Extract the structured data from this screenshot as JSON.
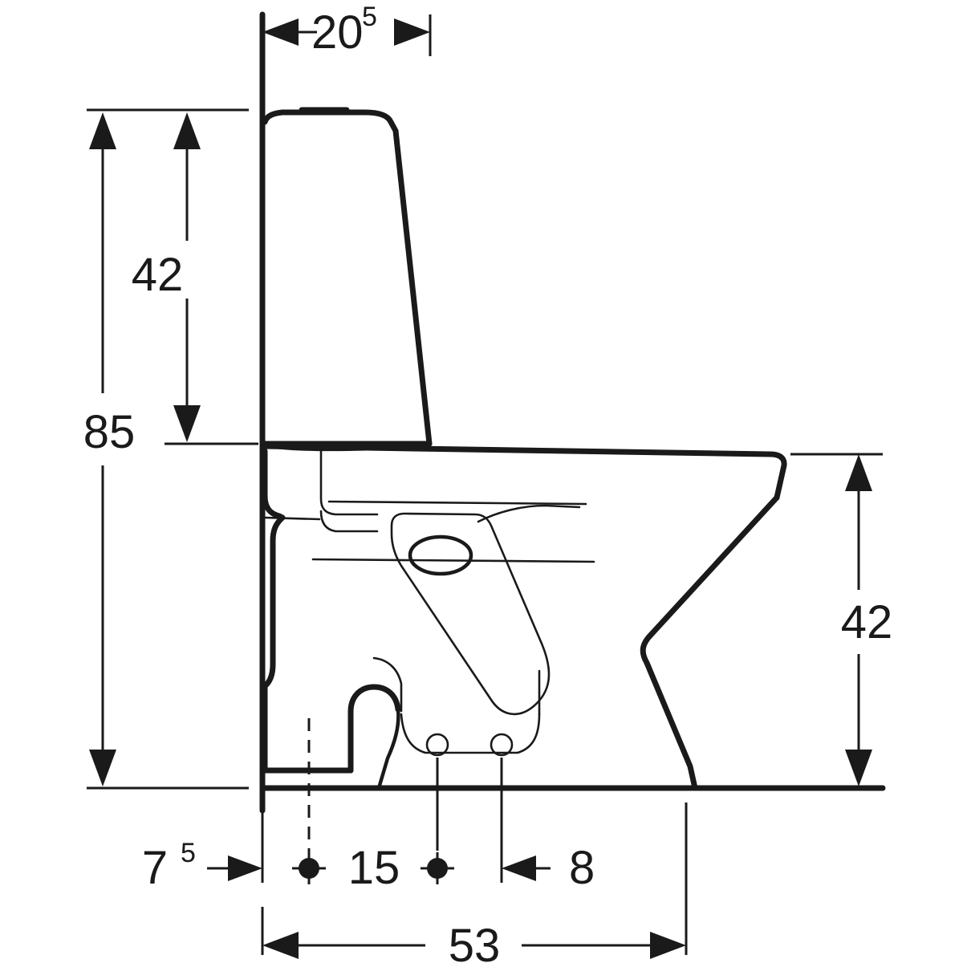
{
  "drawing": {
    "title": "Toilet side elevation technical drawing",
    "type": "dimensioned-line-drawing",
    "units_note": "cm",
    "line_color": "#1a1a1a",
    "background_color": "#ffffff"
  },
  "dimensions": {
    "tank_depth": {
      "id": "dim-20-5",
      "value": "20",
      "superscript": "5",
      "full": "20.5",
      "orientation": "horizontal",
      "position": "top"
    },
    "tank_height": {
      "id": "dim-42-left",
      "value": "42",
      "superscript": "",
      "orientation": "vertical",
      "position": "upper-left"
    },
    "total_height": {
      "id": "dim-85",
      "value": "85",
      "superscript": "",
      "orientation": "vertical",
      "position": "far-left"
    },
    "bowl_height": {
      "id": "dim-42-right",
      "value": "42",
      "superscript": "",
      "orientation": "vertical",
      "position": "right"
    },
    "wall_offset": {
      "id": "dim-7-5",
      "value": "7",
      "superscript": "5",
      "full": "7.5",
      "orientation": "horizontal",
      "position": "bottom-left"
    },
    "bolt_spacing": {
      "id": "dim-15",
      "value": "15",
      "superscript": "",
      "orientation": "horizontal",
      "position": "bottom-center"
    },
    "outlet_offset": {
      "id": "dim-8",
      "value": "8",
      "superscript": "",
      "orientation": "horizontal",
      "position": "bottom-right"
    },
    "total_depth": {
      "id": "dim-53",
      "value": "53",
      "superscript": "",
      "orientation": "horizontal",
      "position": "bottom"
    }
  },
  "features": {
    "cistern": "tapered-tank",
    "lid_handle": "flush-plate",
    "bowl": "toilet-bowl-side-profile",
    "flush_outlet": "oval-opening",
    "fixing_holes": [
      "hole-left",
      "hole-right"
    ],
    "wall_line": "vertical-wall-reference",
    "floor_line": "horizontal-floor-reference",
    "centerline": "soil-pipe-centerline"
  }
}
